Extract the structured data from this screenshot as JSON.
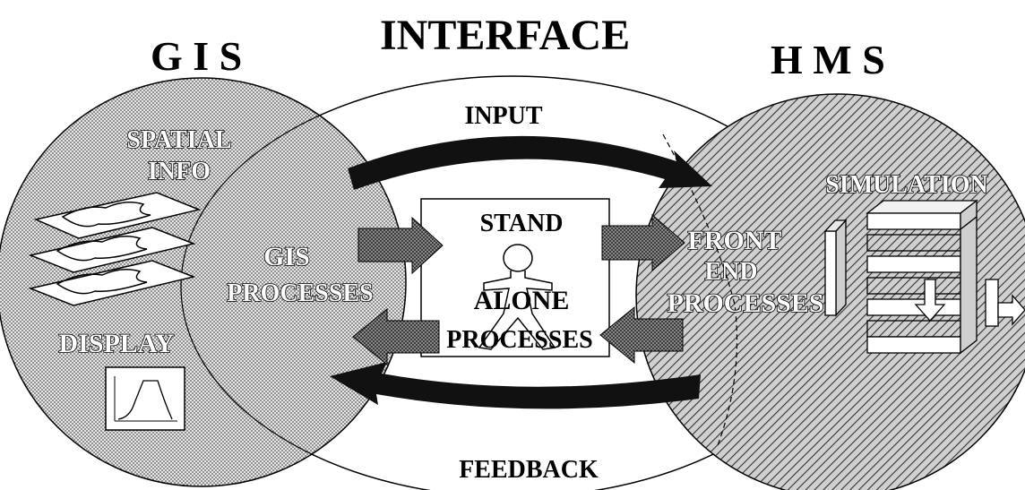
{
  "titles": {
    "gis": "G I S",
    "interface": "INTERFACE",
    "hms": "H M S"
  },
  "gis": {
    "spatial_line1": "SPATIAL",
    "spatial_line2": "INFO",
    "display": "DISPLAY",
    "processes_line1": "GIS",
    "processes_line2": "PROCESSES"
  },
  "interface": {
    "input": "INPUT",
    "feedback": "FEEDBACK",
    "stand_line1": "STAND",
    "stand_line2": "ALONE",
    "stand_line3": "PROCESSES"
  },
  "hms": {
    "simulation": "SIMULATION",
    "front_line1": "FRONT",
    "front_line2": "END",
    "front_line3": "PROCESSES"
  },
  "colors": {
    "ink": "#000000",
    "background": "#ffffff",
    "gis_fill": "#d9d9d9",
    "hms_fill": "#bdbdbd",
    "arrow_dark": "#111111",
    "arrow_shaded": "#6a6a6a"
  },
  "icons": [
    "map-layers-icon",
    "hydrograph-icon",
    "person-icon",
    "simulation-blocks-icon"
  ]
}
